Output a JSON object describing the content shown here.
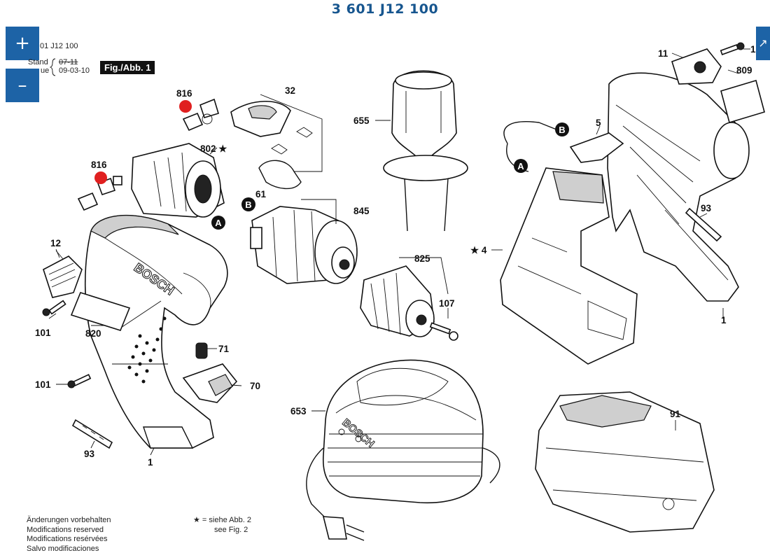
{
  "title": "3 601 J12 100",
  "header": {
    "part_number_short": "01 J12 100",
    "stand_label": "Stand",
    "issue_label": "ue",
    "stand_value": "07-11",
    "issue_value": "09-03-10",
    "figure_tag": "Fig./Abb. 1"
  },
  "controls": {
    "zoom_in": "+",
    "zoom_out": "–",
    "expand": "↗"
  },
  "labels": {
    "p816a": "816",
    "p816b": "816",
    "p802": "802 ★",
    "p32": "32",
    "p61": "61",
    "p845": "845",
    "p12": "12",
    "p101a": "101",
    "p820": "820",
    "p71": "71",
    "p101b": "101",
    "p70": "70",
    "p93a": "93",
    "p1a": "1",
    "p655": "655",
    "p825": "825",
    "p107": "107",
    "p653": "653",
    "p11": "11",
    "p1b": "1",
    "p809": "809",
    "p5": "5",
    "p4": "★ 4",
    "p93b": "93",
    "p1c": "1",
    "p91": "91",
    "markA1": "A",
    "markB1": "B",
    "markA2": "A",
    "markB2": "B"
  },
  "footer": {
    "lines": [
      "Änderungen vorbehalten",
      "Modifications reserved",
      "Modifications resérvées",
      "Salvo modificaciones"
    ],
    "star_note_1": "★ = siehe Abb. 2",
    "star_note_2": "see Fig. 2"
  },
  "colors": {
    "title": "#17568f",
    "buttons": "#1d63a6",
    "highlight_dot": "#e02020"
  }
}
